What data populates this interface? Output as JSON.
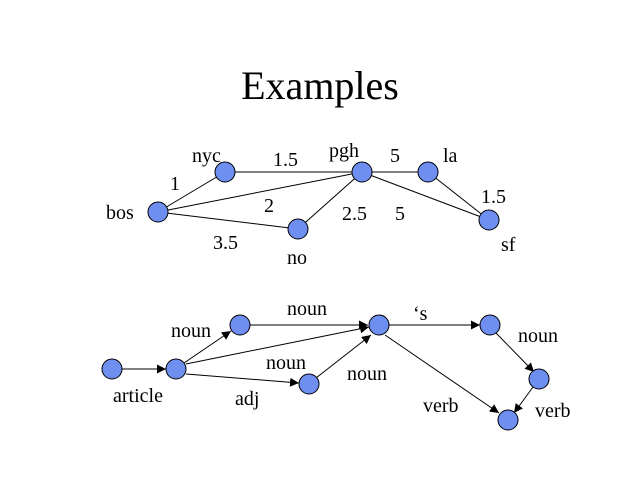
{
  "slide": {
    "title": "Examples",
    "colors": {
      "node_fill": "#6E8EF0",
      "node_stroke": "#000000",
      "edge": "#000000"
    }
  },
  "graph1": {
    "nodes": {
      "bos": "bos",
      "nyc": "nyc",
      "pgh": "pgh",
      "no": "no",
      "la": "la",
      "sf": "sf"
    },
    "weights": {
      "bos_nyc": "1",
      "nyc_pgh": "1.5",
      "bos_pgh": "2",
      "bos_no": "3.5",
      "pgh_no": "2.5",
      "pgh_la": "5",
      "pgh_sf": "5",
      "la_sf": "1.5"
    }
  },
  "graph2": {
    "labels": {
      "article": "article",
      "noun_to_n1": "noun",
      "adj": "adj",
      "noun_top": "noun",
      "noun_mid": "noun",
      "noun_n3_n4": "noun",
      "possessive": "‘s",
      "noun_right": "noun",
      "verb_n4_end": "verb",
      "verb_right": "verb"
    }
  }
}
